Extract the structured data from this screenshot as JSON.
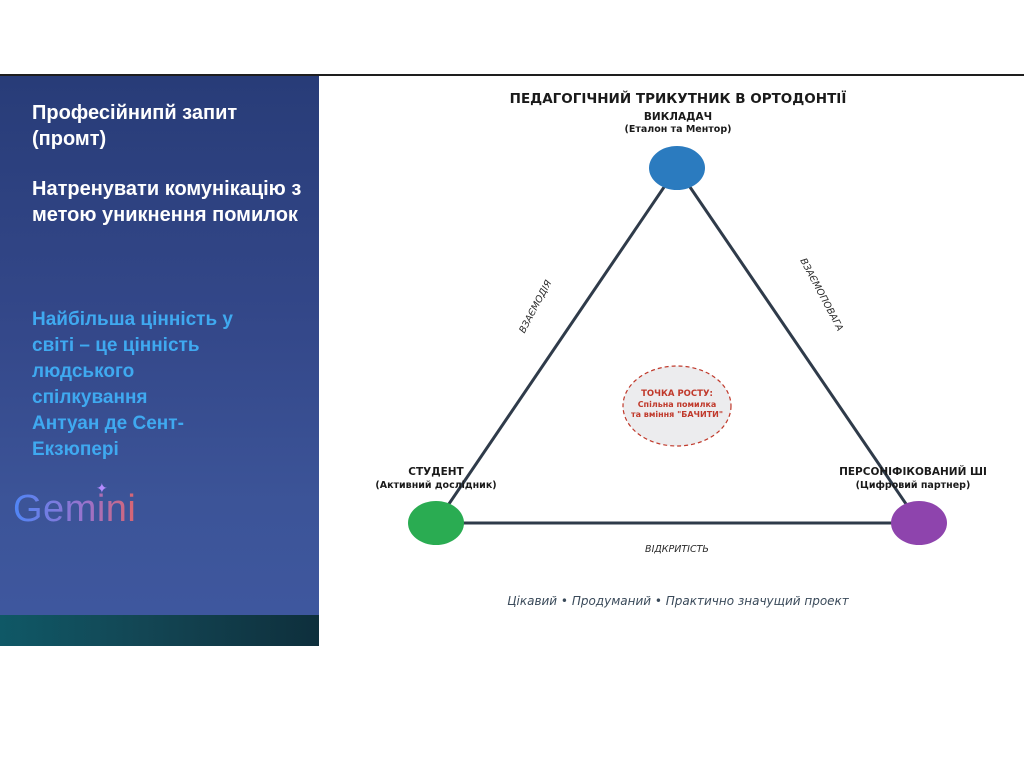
{
  "sidebar": {
    "heading_request": "Професійнипй запит (промт)",
    "heading_train": "Натренувати комунікацію з метою уникнення помилок",
    "quote_lines": [
      "Найбільша цінність у",
      "світі – це цінність",
      "людського",
      "спілкування",
      "Антуан де Сент-",
      "Екзюпері"
    ],
    "logo_text": "Gemini",
    "logo_star": "✦"
  },
  "diagram": {
    "title": "ПЕДАГОГІЧНИЙ ТРИКУТНИК В ОРТОДОНТІЇ",
    "nodes": {
      "teacher": {
        "label": "ВИКЛАДАЧ",
        "sublabel": "(Еталон та Ментор)",
        "color": "#2b7bbf"
      },
      "student": {
        "label": "СТУДЕНТ",
        "sublabel": "(Активний дослідник)",
        "color": "#2aac52"
      },
      "ai": {
        "label": "ПЕРСОНІФІКОВАНИЙ ШІ",
        "sublabel": "(Цифровий партнер)",
        "color": "#8e44ad"
      }
    },
    "edges": {
      "left": "ВЗАЄМОДІЯ",
      "right": "ВЗАЄМОПОВАГА",
      "bottom": "ВІДКРИТІСТЬ"
    },
    "center": {
      "line1": "ТОЧКА РОСТУ:",
      "line2": "Спільна помилка",
      "line3": "та вміння \"БАЧИТИ\""
    },
    "footer": "Цікавий • Продуманий • Практично значущий проект",
    "colors": {
      "edge": "#2f3b4a",
      "center_text": "#c0392b",
      "center_fill": "#ececee"
    }
  }
}
